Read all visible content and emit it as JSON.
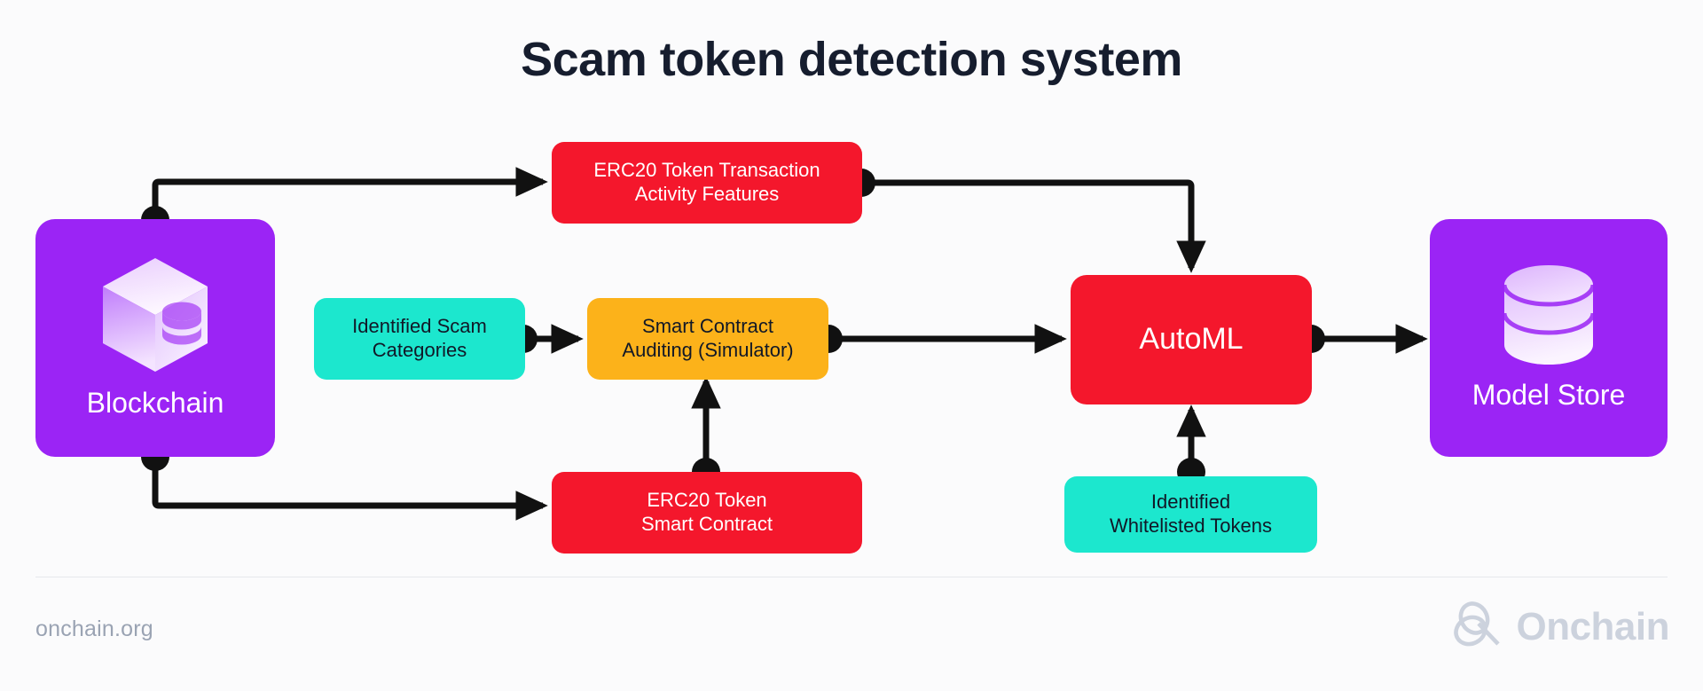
{
  "page": {
    "title": "Scam token detection system",
    "background_color": "#fbfbfc",
    "title_color": "#161d2e"
  },
  "colors": {
    "purple": "#9b24f5",
    "red": "#f4172c",
    "teal": "#1ce7ce",
    "orange": "#fcb21a",
    "connector": "#111111",
    "footer_text": "#9aa3b3",
    "logo": "#ccd2dd",
    "dark_text": "#111827",
    "light_text": "#ffffff"
  },
  "diagram": {
    "type": "flowchart",
    "nodes": [
      {
        "id": "blockchain",
        "label": "Blockchain",
        "icon": "cube-database-icon",
        "color": "#9b24f5",
        "text_color": "#ffffff",
        "shape": "rounded-square"
      },
      {
        "id": "erc20-activity-features",
        "label": "ERC20 Token Transaction\nActivity Features",
        "color": "#f4172c",
        "text_color": "#ffffff",
        "shape": "rounded-pill"
      },
      {
        "id": "identified-scam-categories",
        "label": "Identified Scam\nCategories",
        "color": "#1ce7ce",
        "text_color": "#111827",
        "shape": "rounded-pill"
      },
      {
        "id": "smart-contract-auditing",
        "label": "Smart Contract\nAuditing (Simulator)",
        "color": "#fcb21a",
        "text_color": "#111827",
        "shape": "rounded-pill"
      },
      {
        "id": "erc20-smart-contract",
        "label": "ERC20 Token\nSmart Contract",
        "color": "#f4172c",
        "text_color": "#ffffff",
        "shape": "rounded-pill"
      },
      {
        "id": "automl",
        "label": "AutoML",
        "color": "#f4172c",
        "text_color": "#ffffff",
        "shape": "rounded-rect"
      },
      {
        "id": "identified-whitelisted-tokens",
        "label": "Identified\nWhitelisted Tokens",
        "color": "#1ce7ce",
        "text_color": "#111827",
        "shape": "rounded-pill"
      },
      {
        "id": "model-store",
        "label": "Model Store",
        "icon": "database-cylinder-icon",
        "color": "#9b24f5",
        "text_color": "#ffffff",
        "shape": "rounded-square"
      }
    ],
    "edges": [
      {
        "from": "blockchain",
        "to": "erc20-activity-features",
        "style": "orthogonal",
        "arrow": "end",
        "source_dot": true
      },
      {
        "from": "erc20-activity-features",
        "to": "automl",
        "style": "orthogonal",
        "arrow": "end",
        "source_dot": true
      },
      {
        "from": "identified-scam-categories",
        "to": "smart-contract-auditing",
        "style": "straight",
        "arrow": "end",
        "source_dot": true
      },
      {
        "from": "smart-contract-auditing",
        "to": "automl",
        "style": "straight",
        "arrow": "end",
        "source_dot": true
      },
      {
        "from": "blockchain",
        "to": "erc20-smart-contract",
        "style": "orthogonal",
        "arrow": "end",
        "source_dot": true
      },
      {
        "from": "erc20-smart-contract",
        "to": "smart-contract-auditing",
        "style": "straight",
        "arrow": "end",
        "source_dot": true
      },
      {
        "from": "identified-whitelisted-tokens",
        "to": "automl",
        "style": "straight",
        "arrow": "end",
        "source_dot": true
      },
      {
        "from": "automl",
        "to": "model-store",
        "style": "straight",
        "arrow": "end",
        "source_dot": true
      }
    ]
  },
  "footer": {
    "url": "onchain.org",
    "logo_text": "Onchain",
    "logo_mark": "onchain-knot-icon"
  }
}
